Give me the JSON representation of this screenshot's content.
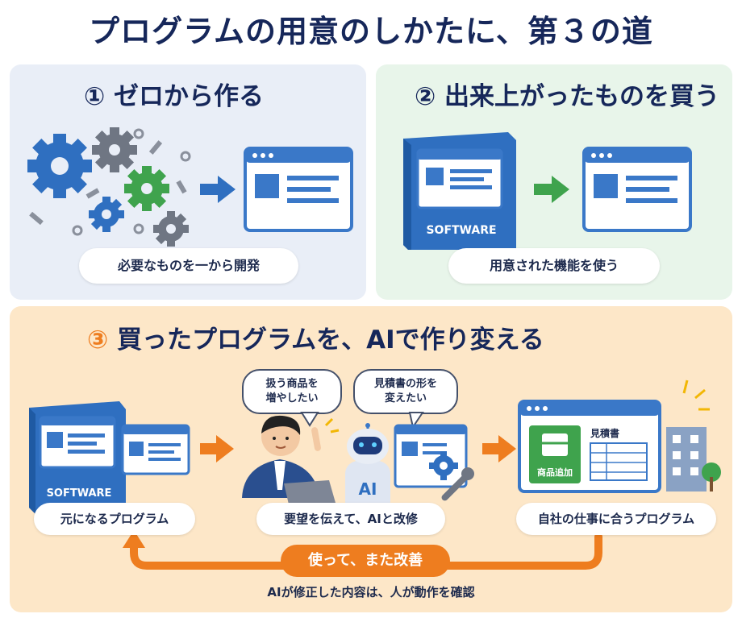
{
  "title": "プログラムの用意のしかたに、第３の道",
  "panel1": {
    "number": "①",
    "title": "ゼロから作る",
    "caption": "必要なものを一から開発"
  },
  "panel2": {
    "number": "②",
    "title": "出来上がったものを買う",
    "caption": "用意された機能を使う",
    "box_label": "SOFTWARE"
  },
  "panel3": {
    "number": "③",
    "title": "買ったプログラムを、AIで作り変える",
    "box_label": "SOFTWARE",
    "bubble_left": [
      "扱う商品を",
      "増やしたい"
    ],
    "bubble_right": [
      "見積書の形を",
      "変えたい"
    ],
    "ai_label": "AI",
    "add_product_label": "商品追加",
    "quote_label": "見積書",
    "caption_left": "元になるプログラム",
    "caption_middle": "要望を伝えて、AIと改修",
    "caption_right": "自社の仕事に合うプログラム",
    "loop_label": "使って、また改善",
    "footer": "AIが修正した内容は、人が動作を確認"
  },
  "colors": {
    "navy": "#16275a",
    "blue": "#3a78c8",
    "green": "#3fa34d",
    "orange": "#ee7d1f",
    "gray": "#6f7683"
  }
}
